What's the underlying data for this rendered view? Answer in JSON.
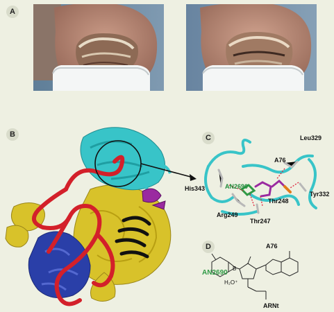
{
  "panels": {
    "a": "A",
    "b": "B",
    "c": "C",
    "d": "D"
  },
  "panel_c_labels": {
    "leu329": "Leu329",
    "a76": "A76",
    "his343": "His343",
    "an2690": "AN2690",
    "thr248": "Thr248",
    "tyr332": "Tyr332",
    "arg249": "Arg249",
    "thr247": "Thr247"
  },
  "panel_d_labels": {
    "a76": "A76",
    "an2690": "AN2690",
    "b": "B",
    "h2o": "H₂O⁺",
    "arnt": "ARNt"
  },
  "colors": {
    "background": "#eef0e2",
    "photo_bg": "#6f8aa3",
    "cyan_ribbon": "#38c4c8",
    "red_loop": "#d3202a",
    "yellow_ribbon": "#d8c22a",
    "blue_ribbon": "#2a3fa8",
    "green_compound": "#2f9a45"
  }
}
